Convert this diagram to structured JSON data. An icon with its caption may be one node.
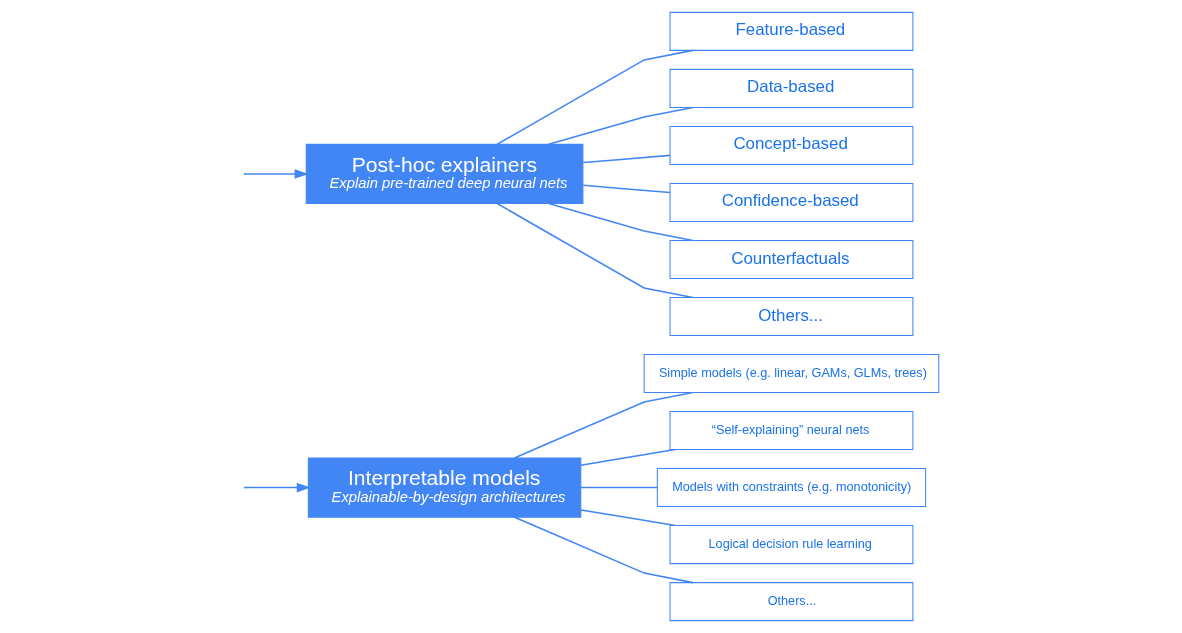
{
  "diagram": {
    "nodes": [
      {
        "text": [
          "Interpretable models",
          "Explainable-by-design architectures"
        ]
      },
      {
        "text": [
          "Simple models (e.g. linear, GAMs, GLMs, trees)"
        ]
      },
      {
        "text": [
          "“Self-explaining” neural nets"
        ]
      },
      {
        "text": [
          "Models with constraints (e.g. monotonicity)"
        ]
      },
      {
        "text": [
          "Logical decision rule learning"
        ]
      },
      {
        "text": [
          "Others..."
        ]
      },
      {
        "text": [
          "Post-hoc explainers",
          "Explain pre-trained deep neural nets"
        ]
      },
      {
        "text": [
          "Feature-based"
        ]
      },
      {
        "text": [
          "Data-based"
        ]
      },
      {
        "text": [
          "Concept-based"
        ]
      },
      {
        "text": [
          "Confidence-based"
        ]
      },
      {
        "text": [
          "Counterfactuals"
        ]
      },
      {
        "text": [
          "Others..."
        ]
      }
    ],
    "edges": [
      {
        "from": null,
        "to": 0,
        "arrow": "to"
      },
      {
        "from": null,
        "to": 6,
        "arrow": "to"
      },
      {
        "from": 0,
        "to": 1,
        "arrow": "none"
      },
      {
        "from": 0,
        "to": 2,
        "arrow": "none"
      },
      {
        "from": 0,
        "to": 3,
        "arrow": "none"
      },
      {
        "from": 0,
        "to": 4,
        "arrow": "none"
      },
      {
        "from": 0,
        "to": 5,
        "arrow": "none"
      },
      {
        "from": 6,
        "to": 7,
        "arrow": "none"
      },
      {
        "from": 6,
        "to": 8,
        "arrow": "none"
      },
      {
        "from": 6,
        "to": 9,
        "arrow": "none"
      },
      {
        "from": 6,
        "to": 10,
        "arrow": "none"
      },
      {
        "from": 6,
        "to": 11,
        "arrow": "none"
      },
      {
        "from": 6,
        "to": 12,
        "arrow": "none"
      }
    ]
  }
}
